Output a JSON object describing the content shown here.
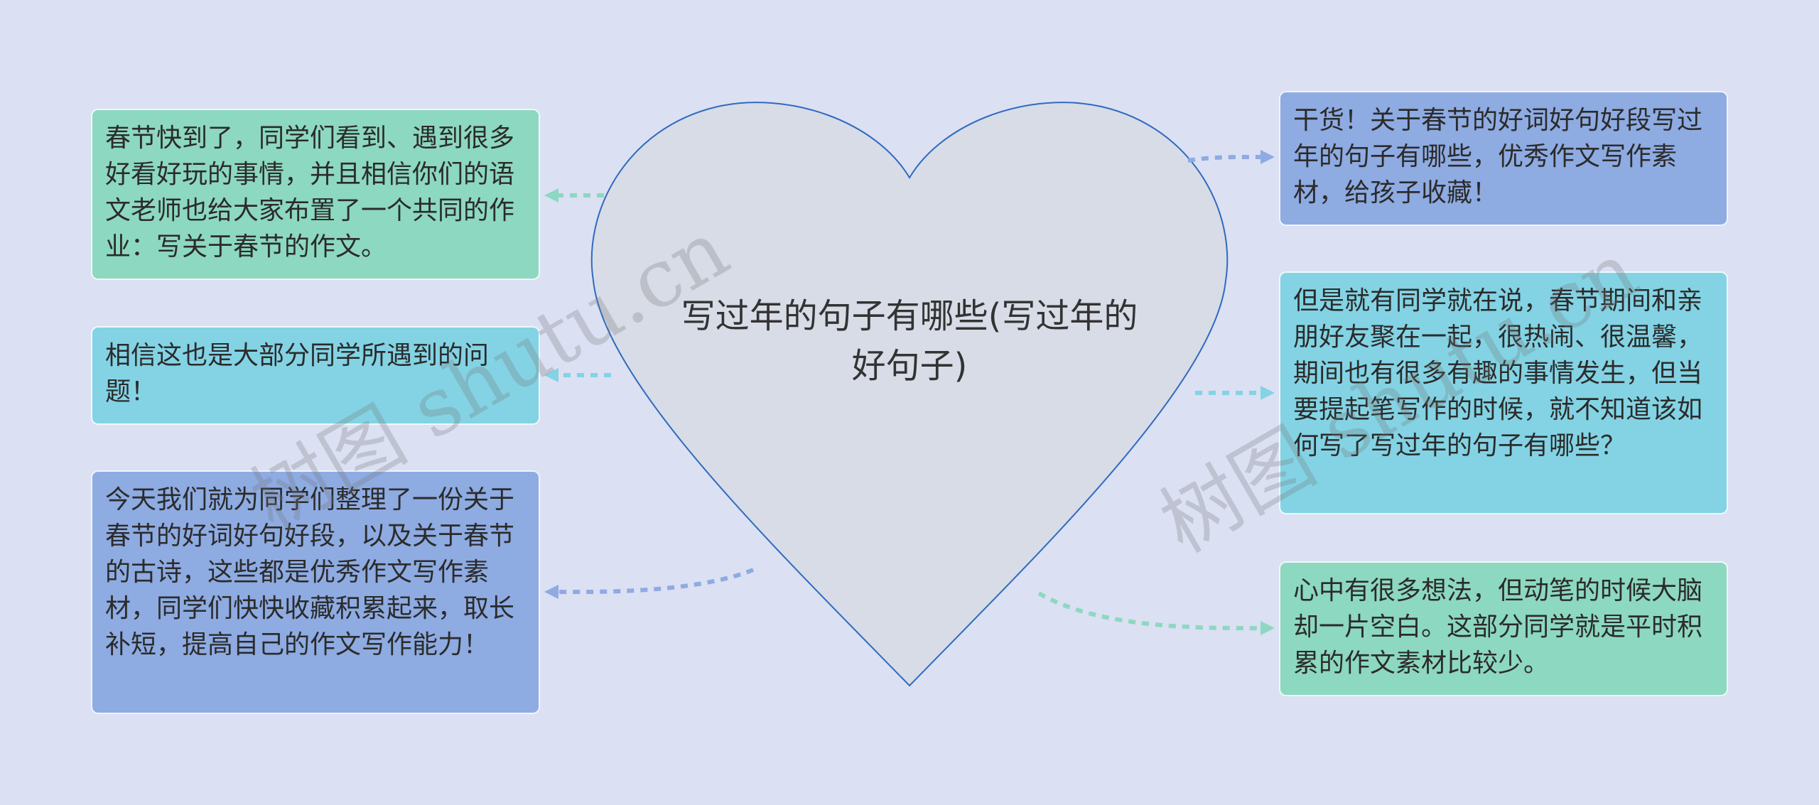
{
  "colors": {
    "background": "#dbe0f3",
    "heart_fill": "#d7dce7",
    "heart_stroke": "#2f6bbf",
    "green": "#8dd8c0",
    "teal": "#83d3e4",
    "blue": "#8eabe2"
  },
  "center": {
    "title": "写过年的句子有哪些(写过年的好句子)"
  },
  "left_nodes": [
    {
      "text": "春节快到了，同学们看到、遇到很多好看好玩的事情，并且相信你们的语文老师也给大家布置了一个共同的作业：写关于春节的作文。",
      "color": "green"
    },
    {
      "text": "相信这也是大部分同学所遇到的问题！",
      "color": "teal"
    },
    {
      "text": "今天我们就为同学们整理了一份关于春节的好词好句好段，以及关于春节的古诗，这些都是优秀作文写作素材，同学们快快收藏积累起来，取长补短，提高自己的作文写作能力！",
      "color": "blue"
    }
  ],
  "right_nodes": [
    {
      "text": "干货！关于春节的好词好句好段写过年的句子有哪些，优秀作文写作素材，给孩子收藏！",
      "color": "blue"
    },
    {
      "text": "但是就有同学就在说，春节期间和亲朋好友聚在一起，很热闹、很温馨，期间也有很多有趣的事情发生，但当要提起笔写作的时候，就不知道该如何写了写过年的句子有哪些？",
      "color": "teal"
    },
    {
      "text": "心中有很多想法，但动笔的时候大脑却一片空白。这部分同学就是平时积累的作文素材比较少。",
      "color": "green"
    }
  ],
  "watermarks": [
    "树图 shutu.cn",
    "树图 shutu.cn"
  ]
}
